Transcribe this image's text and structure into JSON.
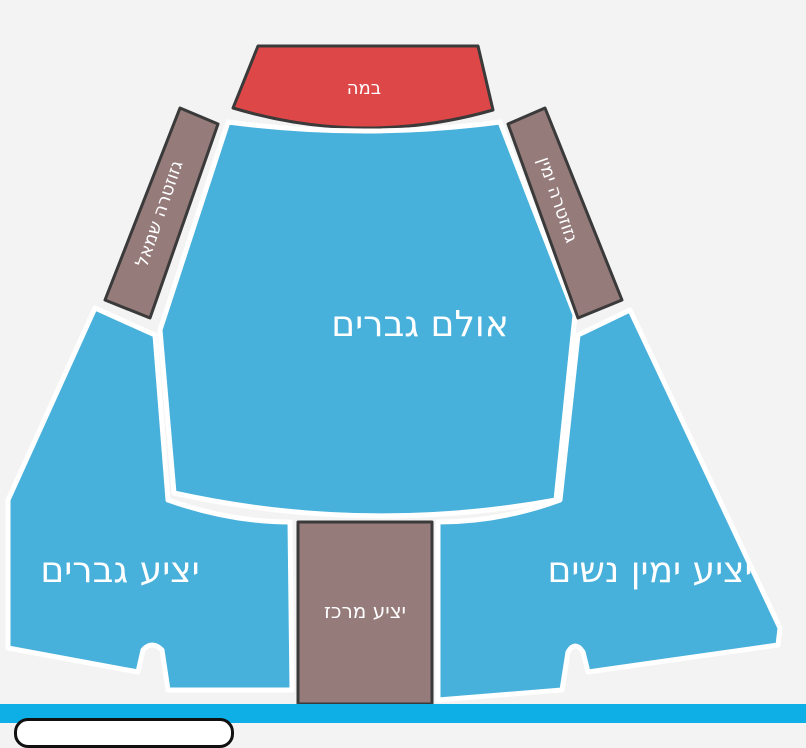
{
  "colors": {
    "stage": "#dd4747",
    "hall": "#47b0db",
    "gallery": "#967b7b",
    "outline": "#3a3a3a",
    "bar": "#0eaee6"
  },
  "sections": {
    "stage": {
      "label": "במה"
    },
    "men_hall": {
      "label": "אולם גברים"
    },
    "left_gallery": {
      "label": "גזוזטרה שמאל"
    },
    "right_gallery": {
      "label": "גזוזטרה ימין"
    },
    "men_balcony": {
      "label": "יציע גברים"
    },
    "center_balcony": {
      "label": "יציע מרכז"
    },
    "right_women_balcony": {
      "label": "יציע ימין נשים"
    }
  },
  "bottom_bar": {
    "button_label": ""
  }
}
